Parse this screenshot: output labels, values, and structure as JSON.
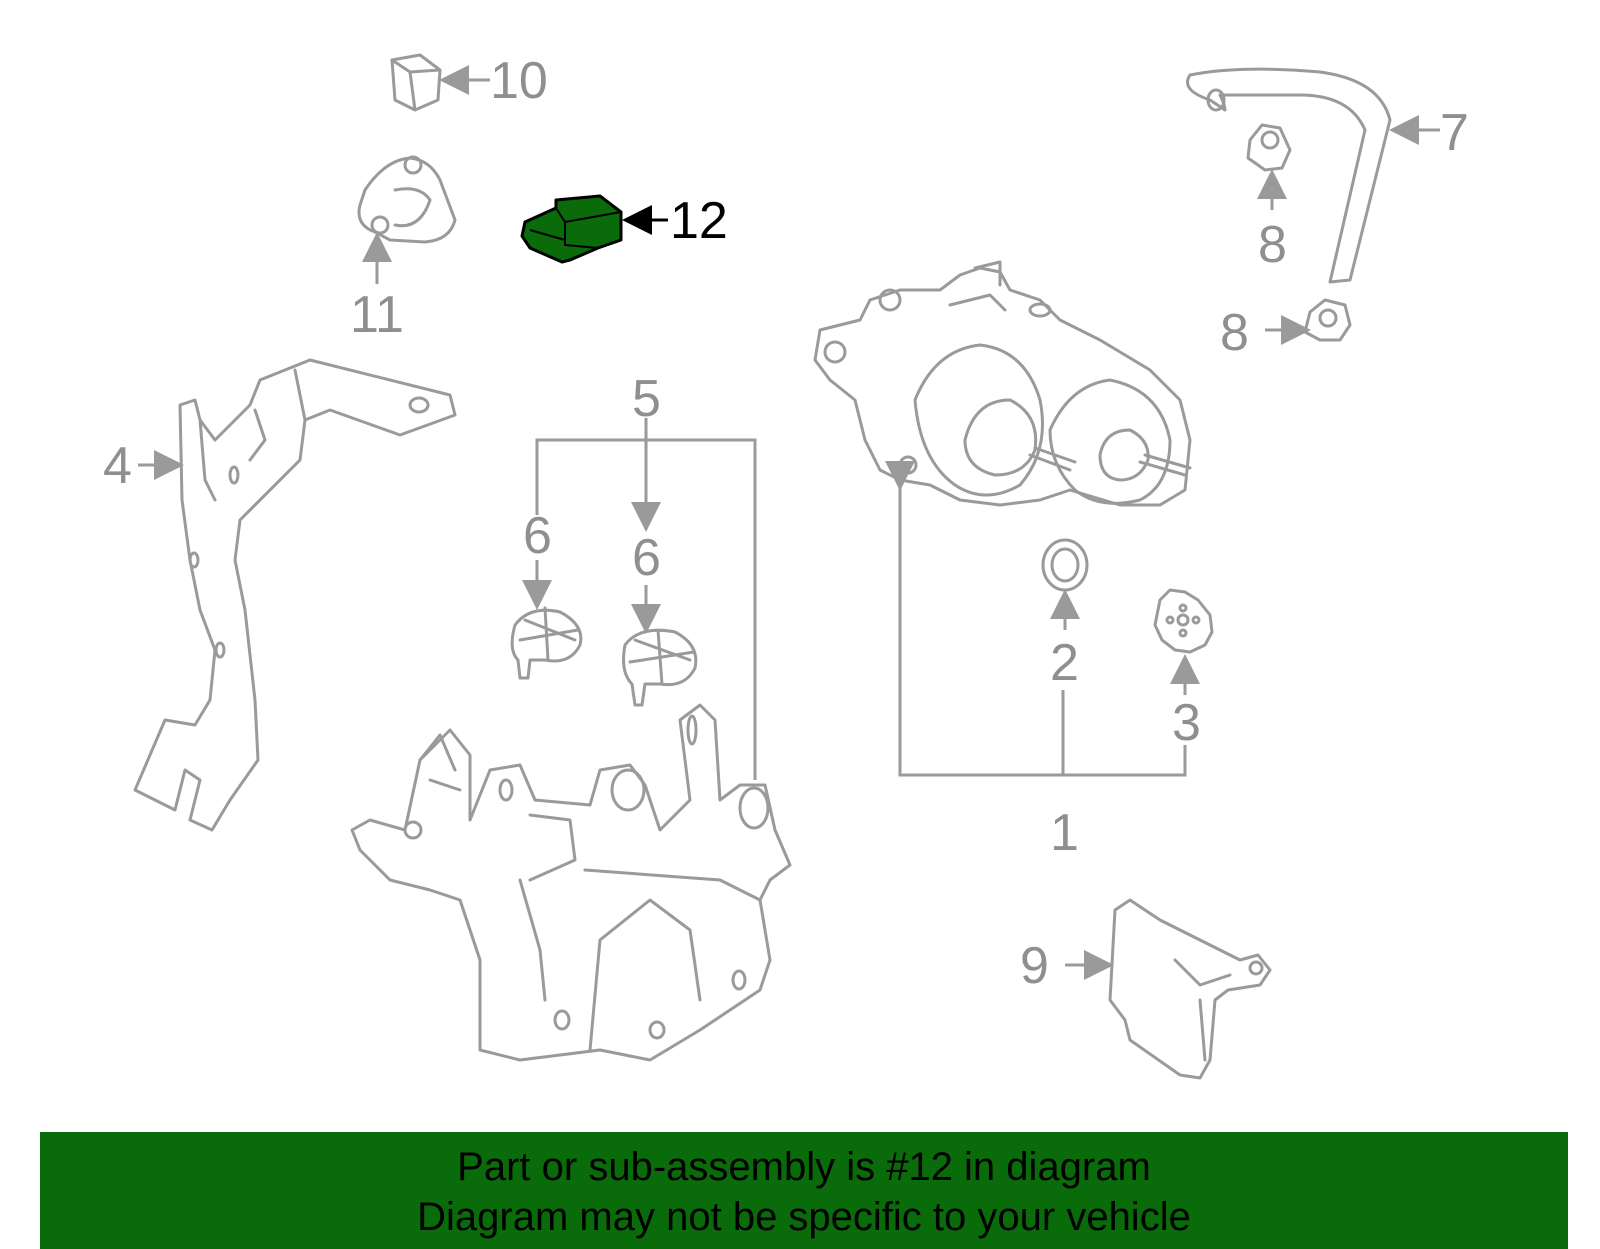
{
  "callouts": {
    "c1": "1",
    "c2": "2",
    "c3": "3",
    "c4": "4",
    "c5": "5",
    "c6a": "6",
    "c6b": "6",
    "c7": "7",
    "c8a": "8",
    "c8b": "8",
    "c9": "9",
    "c10": "10",
    "c11": "11",
    "c12": "12"
  },
  "highlight_color": "#0a6b0a",
  "banner": {
    "line1": "Part or sub-assembly is #12 in diagram",
    "line2": "Diagram may not be specific to your vehicle"
  }
}
